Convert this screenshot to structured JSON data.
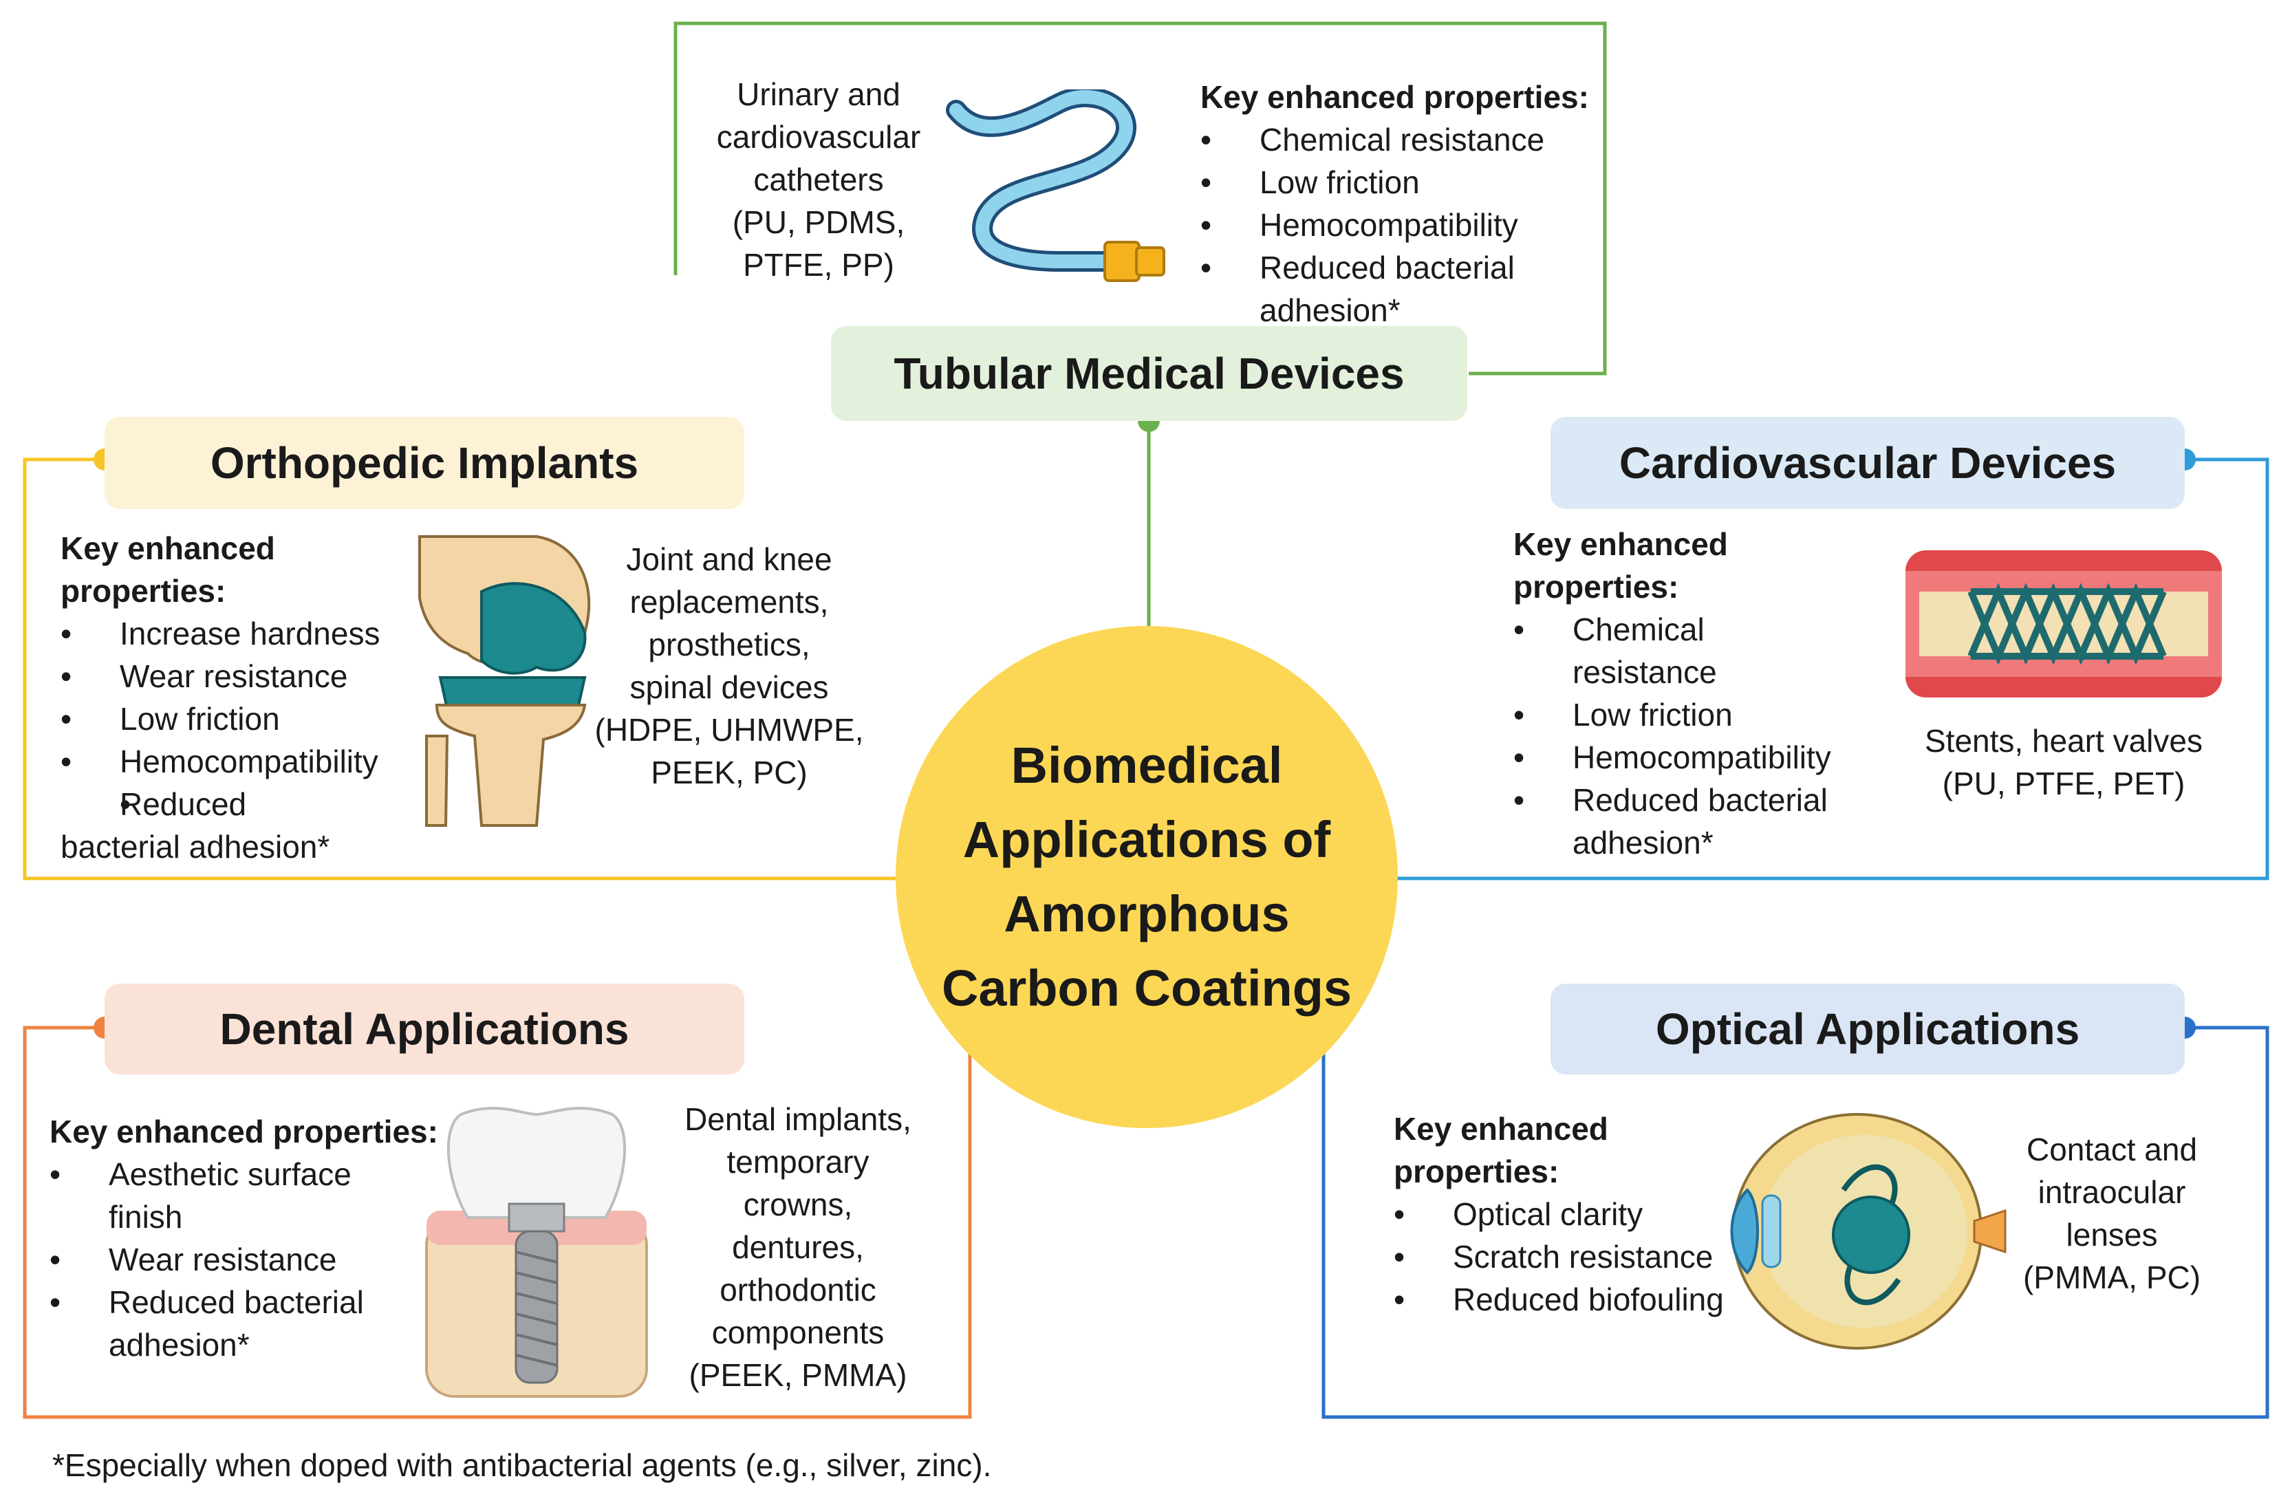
{
  "center": {
    "lines": [
      "Biomedical",
      "Applications of",
      "Amorphous",
      "Carbon Coatings"
    ]
  },
  "tubular": {
    "title": "Tubular Medical Devices",
    "usage_lines": [
      "Urinary and",
      "cardiovascular",
      "catheters",
      "(PU, PDMS,",
      "PTFE, PP)"
    ],
    "props_title": "Key enhanced properties:",
    "props": [
      "Chemical resistance",
      "Low friction",
      "Hemocompatibility",
      "Reduced bacterial adhesion*"
    ],
    "icon": "catheter-icon"
  },
  "orthopedic": {
    "title": "Orthopedic Implants",
    "props_title": "Key enhanced properties:",
    "props": [
      "Increase hardness",
      "Wear resistance",
      "Low friction",
      "Hemocompatibility",
      "Reduced bacterial adhesion*"
    ],
    "usage_lines": [
      "Joint and knee",
      "replacements,",
      "prosthetics,",
      "spinal devices",
      "(HDPE, UHMWPE,",
      "PEEK, PC)"
    ],
    "icon": "knee-joint-icon"
  },
  "cardiovascular": {
    "title": "Cardiovascular Devices",
    "props_title": "Key enhanced properties:",
    "props": [
      "Chemical resistance",
      "Low friction",
      "Hemocompatibility",
      "Reduced bacterial adhesion*"
    ],
    "usage_lines": [
      "Stents, heart valves",
      "(PU, PTFE, PET)"
    ],
    "icon": "stent-icon"
  },
  "dental": {
    "title": "Dental Applications",
    "props_title": "Key enhanced properties:",
    "props": [
      "Aesthetic surface finish",
      "Wear resistance",
      "Reduced bacterial adhesion*"
    ],
    "usage_lines": [
      "Dental implants,",
      "temporary",
      "crowns,",
      "dentures,",
      "orthodontic",
      "components",
      "(PEEK, PMMA)"
    ],
    "icon": "dental-implant-icon"
  },
  "optical": {
    "title": "Optical Applications",
    "props_title": "Key enhanced properties:",
    "props": [
      "Optical clarity",
      "Scratch resistance",
      "Reduced biofouling"
    ],
    "usage_lines": [
      "Contact and",
      "intraocular",
      "lenses",
      "(PMMA, PC)"
    ],
    "icon": "eye-lens-icon"
  },
  "footnote": "*Especially when doped with antibacterial agents (e.g., silver, zinc).",
  "colors": {
    "tubular": "#6ab04c",
    "tubular_fill": "#e3f1dc",
    "orthopedic": "#f6c426",
    "orthopedic_fill": "#fdf1d6",
    "cardiovascular": "#2f9bd8",
    "cardiovascular_fill": "#dbe9f6",
    "dental": "#ef8340",
    "dental_fill": "#fbe2d7",
    "optical": "#2a72c9",
    "optical_fill": "#dae6f5",
    "center_fill": "#fcd755"
  }
}
